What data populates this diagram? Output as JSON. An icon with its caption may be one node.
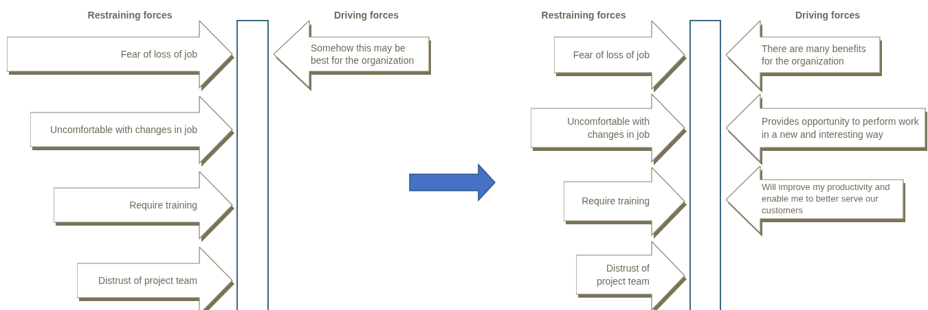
{
  "diagram": {
    "nodes": [
      {
        "text": [
          "Fear of loss of job"
        ]
      },
      {
        "text": [
          "Somehow this may be best for the organization"
        ]
      },
      {
        "text": [
          "Uncomfortable with changes in job"
        ]
      },
      {
        "text": [
          "Require training"
        ]
      },
      {
        "text": [
          "Distrust of project team"
        ]
      },
      {
        "text": [],
        "shape": "bar"
      },
      {
        "text": [
          "Fear of loss of job"
        ]
      },
      {
        "text": [
          "There are many benefits for the organization"
        ]
      },
      {
        "text": [
          "Uncomfortable with changes in job"
        ]
      },
      {
        "text": [
          "Provides opportunity to perform work in a new and interesting way"
        ]
      },
      {
        "text": [
          "Require training"
        ]
      },
      {
        "text": [
          "Will improve my productivity and enable me to better serve our customers"
        ]
      },
      {
        "text": [
          "Distrust of project team"
        ]
      },
      {
        "text": [],
        "shape": "bar"
      }
    ],
    "labels": [
      "Restraining forces",
      "Driving forces",
      "Restraining forces",
      "Driving forces"
    ]
  }
}
